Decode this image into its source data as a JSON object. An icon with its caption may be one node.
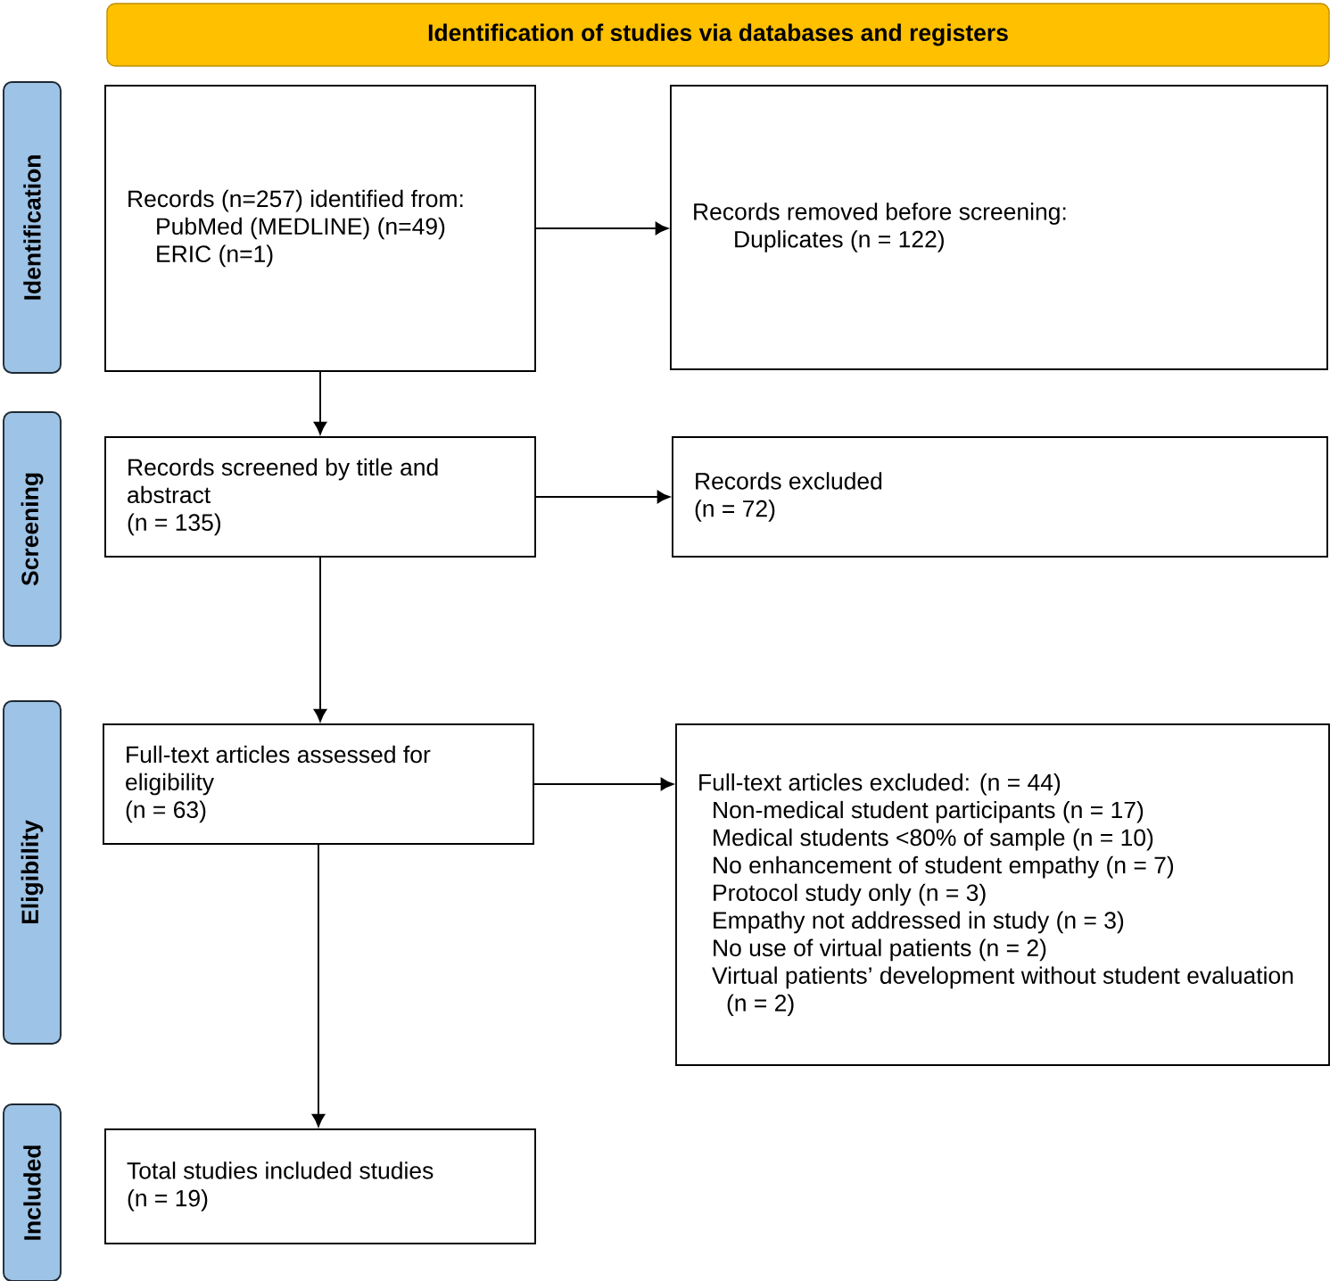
{
  "diagram": {
    "nodes": [
      {
        "text": [
          "Identification of studies via databases and registers"
        ]
      },
      {
        "text": [
          "Identification"
        ]
      },
      {
        "text": [
          "Screening"
        ]
      },
      {
        "text": [
          "Eligibility"
        ]
      },
      {
        "text": [
          "Included"
        ]
      },
      {
        "text": [
          "Records (n=257) identified from:",
          "PubMed (MEDLINE) (n=49)",
          "ERIC (n=1)"
        ]
      },
      {
        "text": [
          "Records removed before screening:",
          "Duplicates (n = 122)"
        ]
      },
      {
        "text": [
          "Records screened by title and abstract",
          "(n = 135)"
        ]
      },
      {
        "text": [
          "Records excluded",
          "(n = 72)"
        ]
      },
      {
        "text": [
          "Full-text articles assessed for eligibility",
          "(n = 63)"
        ]
      },
      {
        "text": [
          "Full-text articles excluded: (n = 44)",
          "Non-medical student participants (n = 17)",
          "Medical students <80% of sample (n = 10)",
          "No enhancement of student empathy (n = 7)",
          "Protocol study only (n = 3)",
          "Empathy not addressed in study (n = 3)",
          "No use of virtual patients (n = 2)",
          "Virtual patients’ development without student evaluation (n = 2)"
        ]
      },
      {
        "text": [
          "Total studies included studies",
          "(n = 19)"
        ]
      }
    ],
    "edges": [
      {
        "from": 5,
        "to": 6,
        "arrow": "to"
      },
      {
        "from": 5,
        "to": 7,
        "arrow": "to"
      },
      {
        "from": 7,
        "to": 8,
        "arrow": "to"
      },
      {
        "from": 7,
        "to": 9,
        "arrow": "to"
      },
      {
        "from": 9,
        "to": 10,
        "arrow": "to"
      },
      {
        "from": 9,
        "to": 11,
        "arrow": "to"
      }
    ]
  }
}
